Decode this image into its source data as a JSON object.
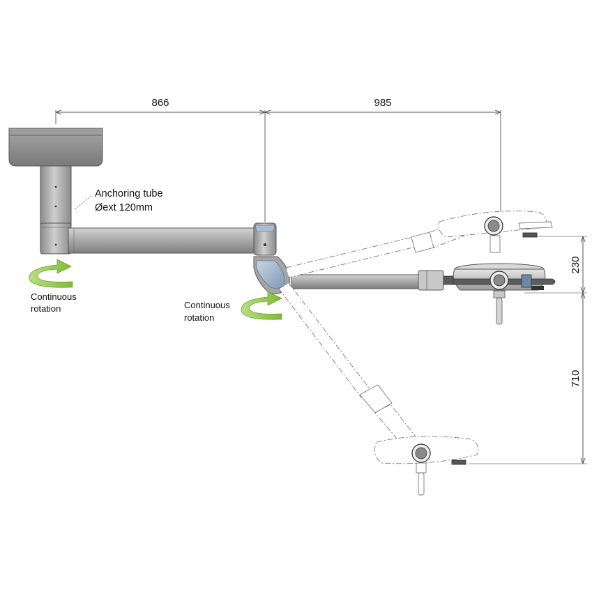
{
  "dimensions": {
    "arm_length": "866",
    "extension_length": "985",
    "upper_head_offset": "230",
    "lower_head_offset": "710"
  },
  "anchoring": {
    "line1": "Anchoring tube",
    "line2": "Øext 120mm"
  },
  "rotation_left": {
    "line1": "Continuous",
    "line2": "rotation"
  },
  "rotation_center": {
    "line1": "Continuous",
    "line2": "rotation"
  },
  "colors": {
    "body_gray": "#a9a9a9",
    "canopy_gray": "#8c8c8c",
    "joint_blue": "#9db4cc",
    "arrow_green": "#8cc63f",
    "dimension_line": "#555555"
  }
}
